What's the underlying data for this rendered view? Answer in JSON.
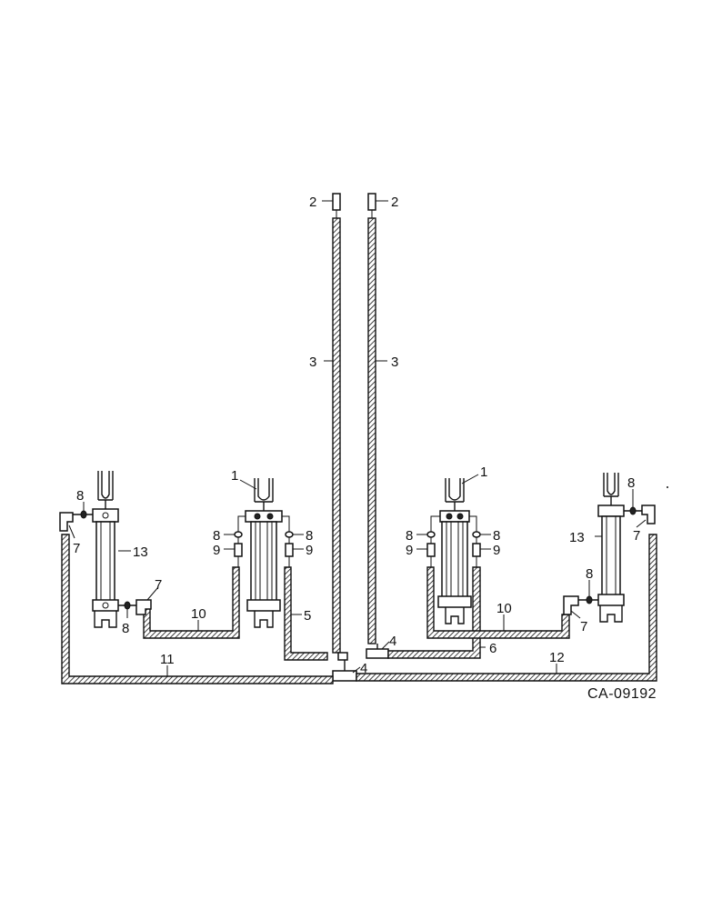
{
  "diagram": {
    "code": "CA-09192",
    "labels": {
      "l1a": "1",
      "l1b": "1",
      "l2a": "2",
      "l2b": "2",
      "l3a": "3",
      "l3b": "3",
      "l4a": "4",
      "l4b": "4",
      "l5": "5",
      "l6": "6",
      "l7a": "7",
      "l7b": "7",
      "l7c": "7",
      "l7d": "7",
      "l8a": "8",
      "l8b": "8",
      "l8c": "8",
      "l8d": "8",
      "l8e": "8",
      "l8f": "8",
      "l8g": "8",
      "l8h": "8",
      "l9a": "9",
      "l9b": "9",
      "l9c": "9",
      "l9d": "9",
      "l10a": "10",
      "l10b": "10",
      "l11": "11",
      "l12": "12",
      "l13a": "13",
      "l13b": "13"
    }
  }
}
